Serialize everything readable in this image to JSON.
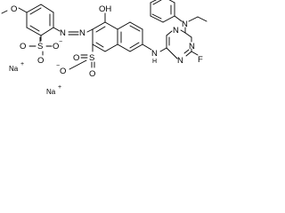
{
  "atoms": {
    "o_methoxy": "O",
    "sulfo1_s": "S",
    "sulfo1_o_top": "O",
    "sulfo1_o_bottom": "O",
    "sulfo1_o_minus": "O",
    "azo_n1": "N",
    "azo_n2": "N",
    "hydroxy": "OH",
    "sulfo2_s": "S",
    "sulfo2_o_left": "O",
    "sulfo2_o_minus": "O",
    "sulfo2_o_bottom": "O",
    "amine_nh": "N",
    "amine_h": "H",
    "triazine_n_top": "N",
    "triazine_n_right": "N",
    "triazine_n_bottom": "N",
    "fluoro": "F",
    "anilino_n": "N"
  },
  "charges": {
    "minus": "−",
    "plus": "+"
  },
  "counter_ions": {
    "sodium_1": "Na",
    "sodium_2": "Na"
  }
}
